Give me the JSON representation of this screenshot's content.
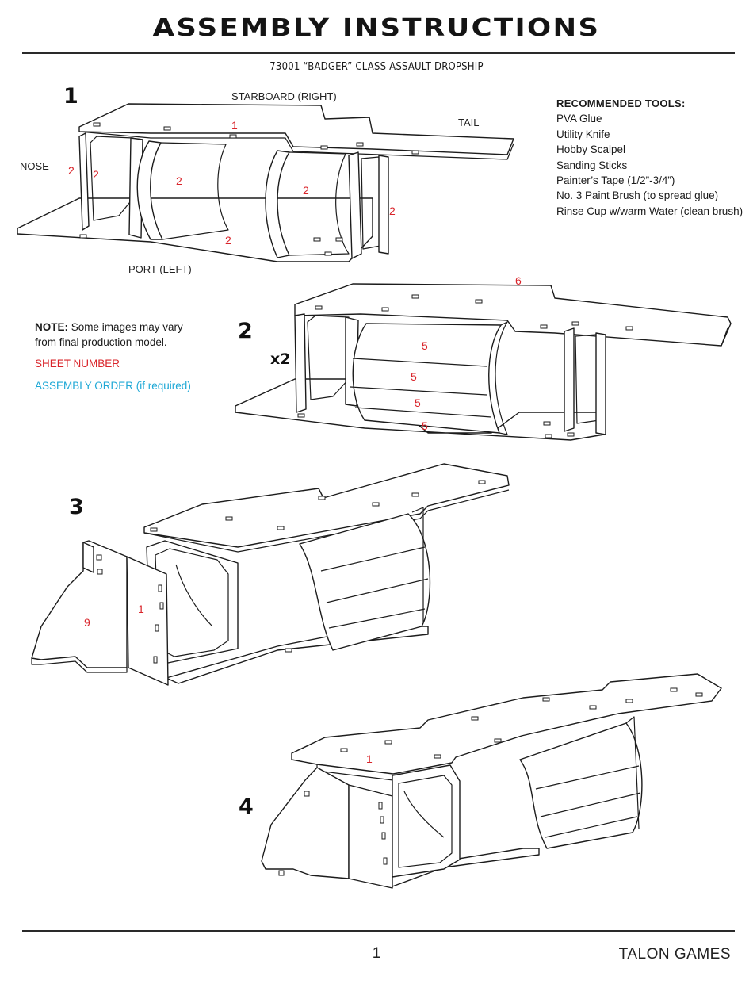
{
  "header": {
    "title": "ASSEMBLY INSTRUCTIONS",
    "subtitle": "73001 “BADGER” CLASS ASSAULT DROPSHIP"
  },
  "orientation": {
    "starboard": "STARBOARD (RIGHT)",
    "tail": "TAIL",
    "nose": "NOSE",
    "port": "PORT (LEFT)"
  },
  "tools": {
    "heading": "RECOMMENDED TOOLS:",
    "items": [
      "PVA Glue",
      "Utility Knife",
      "Hobby Scalpel",
      "Sanding Sticks",
      "Painter’s Tape (1/2”-3/4”)",
      "No. 3 Paint Brush (to spread glue)",
      "Rinse Cup w/warm Water (clean brush)"
    ]
  },
  "legend": {
    "note_label": "NOTE:",
    "note_text": " Some images may vary from final production model.",
    "sheet_number": "SHEET NUMBER",
    "assembly_order": "ASSEMBLY ORDER (if required)",
    "colors": {
      "sheet": "#d9242a",
      "order": "#1ea8d6"
    }
  },
  "steps": [
    {
      "number": "1",
      "sheets": [
        "1",
        "2",
        "2",
        "2",
        "2",
        "2",
        "2"
      ]
    },
    {
      "number": "2",
      "multiplier": "x2",
      "sheets": [
        "6",
        "5",
        "5",
        "5",
        "5"
      ]
    },
    {
      "number": "3",
      "sheets": [
        "9",
        "1"
      ]
    },
    {
      "number": "4",
      "sheets": [
        "1"
      ]
    }
  ],
  "footer": {
    "page": "1",
    "brand": "TALON GAMES"
  }
}
